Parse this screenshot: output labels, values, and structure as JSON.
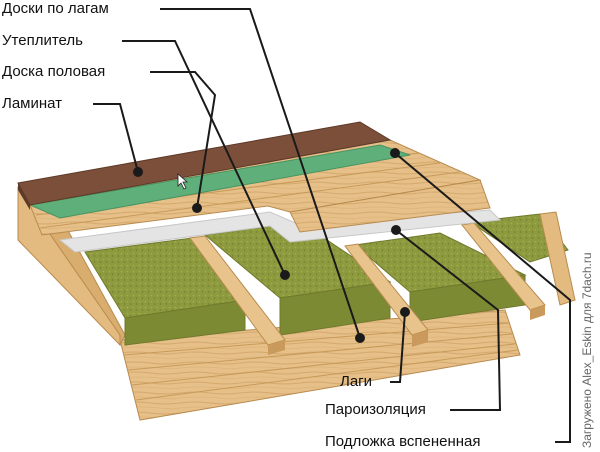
{
  "labels": {
    "joist_boards": "Доски по лагам",
    "insulation": "Утеплитель",
    "floor_board": "Доска половая",
    "laminate": "Ламинат",
    "joists": "Лаги",
    "vapor_barrier": "Пароизоляция",
    "foam_underlay": "Подложка вспененная"
  },
  "watermark": "Загружено Alex_Eskin для 7dach.ru",
  "colors": {
    "laminate": "#7b4f3a",
    "underlay": "#5faf7a",
    "wood": "#e6c088",
    "wood_dark": "#c99a5c",
    "insulation": "#8d9a3e",
    "vapor": "#e4e4e4",
    "leader": "#1a1a1a"
  }
}
